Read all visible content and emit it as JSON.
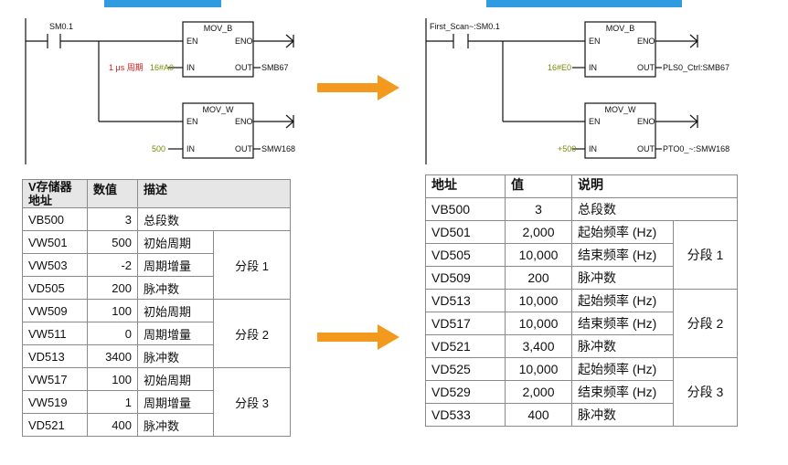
{
  "colors": {
    "accent_blue": "#2f9be0",
    "arrow_orange": "#f39a1e",
    "red_text": "#d42020",
    "green_text": "#7a8a00"
  },
  "left_ladder": {
    "contact_label": "SM0.1",
    "mov_b": {
      "title": "MOV_B",
      "en": "EN",
      "eno": "ENO",
      "in": "IN",
      "out": "OUT",
      "in_comment": "1 μs 周期",
      "in_value": "16#A0",
      "out_value": "SMB67"
    },
    "mov_w": {
      "title": "MOV_W",
      "en": "EN",
      "eno": "ENO",
      "in": "IN",
      "out": "OUT",
      "in_value": "500",
      "out_value": "SMW168"
    }
  },
  "right_ladder": {
    "contact_label": "First_Scan~:SM0.1",
    "mov_b": {
      "title": "MOV_B",
      "en": "EN",
      "eno": "ENO",
      "in": "IN",
      "out": "OUT",
      "in_value": "16#E0",
      "out_value": "PLS0_Ctrl:SMB67"
    },
    "mov_w": {
      "title": "MOV_W",
      "en": "EN",
      "eno": "ENO",
      "in": "IN",
      "out": "OUT",
      "in_value": "+500",
      "out_value": "PTO0_~:SMW168"
    }
  },
  "left_table": {
    "headers": [
      "V存储器\n地址",
      "数值",
      "描述"
    ],
    "rows": [
      {
        "addr": "VB500",
        "val": "3",
        "desc": "总段数"
      },
      {
        "addr": "VW501",
        "val": "500",
        "desc": "初始周期"
      },
      {
        "addr": "VW503",
        "val": "-2",
        "desc": "周期增量"
      },
      {
        "addr": "VD505",
        "val": "200",
        "desc": "脉冲数"
      },
      {
        "addr": "VW509",
        "val": "100",
        "desc": "初始周期"
      },
      {
        "addr": "VW511",
        "val": "0",
        "desc": "周期增量"
      },
      {
        "addr": "VD513",
        "val": "3400",
        "desc": "脉冲数"
      },
      {
        "addr": "VW517",
        "val": "100",
        "desc": "初始周期"
      },
      {
        "addr": "VW519",
        "val": "1",
        "desc": "周期增量"
      },
      {
        "addr": "VD521",
        "val": "400",
        "desc": "脉冲数"
      }
    ],
    "segments": [
      "分段 1",
      "分段 2",
      "分段 3"
    ]
  },
  "right_table": {
    "headers": [
      "地址",
      "值",
      "说明"
    ],
    "rows": [
      {
        "addr": "VB500",
        "val": "3",
        "desc": "总段数"
      },
      {
        "addr": "VD501",
        "val": "2,000",
        "desc": "起始频率 (Hz)"
      },
      {
        "addr": "VD505",
        "val": "10,000",
        "desc": "结束频率 (Hz)"
      },
      {
        "addr": "VD509",
        "val": "200",
        "desc": "脉冲数"
      },
      {
        "addr": "VD513",
        "val": "10,000",
        "desc": "起始频率 (Hz)"
      },
      {
        "addr": "VD517",
        "val": "10,000",
        "desc": "结束频率 (Hz)"
      },
      {
        "addr": "VD521",
        "val": "3,400",
        "desc": "脉冲数"
      },
      {
        "addr": "VD525",
        "val": "10,000",
        "desc": "起始频率 (Hz)"
      },
      {
        "addr": "VD529",
        "val": "2,000",
        "desc": "结束频率 (Hz)"
      },
      {
        "addr": "VD533",
        "val": "400",
        "desc": "脉冲数"
      }
    ],
    "segments": [
      "分段 1",
      "分段 2",
      "分段 3"
    ]
  }
}
